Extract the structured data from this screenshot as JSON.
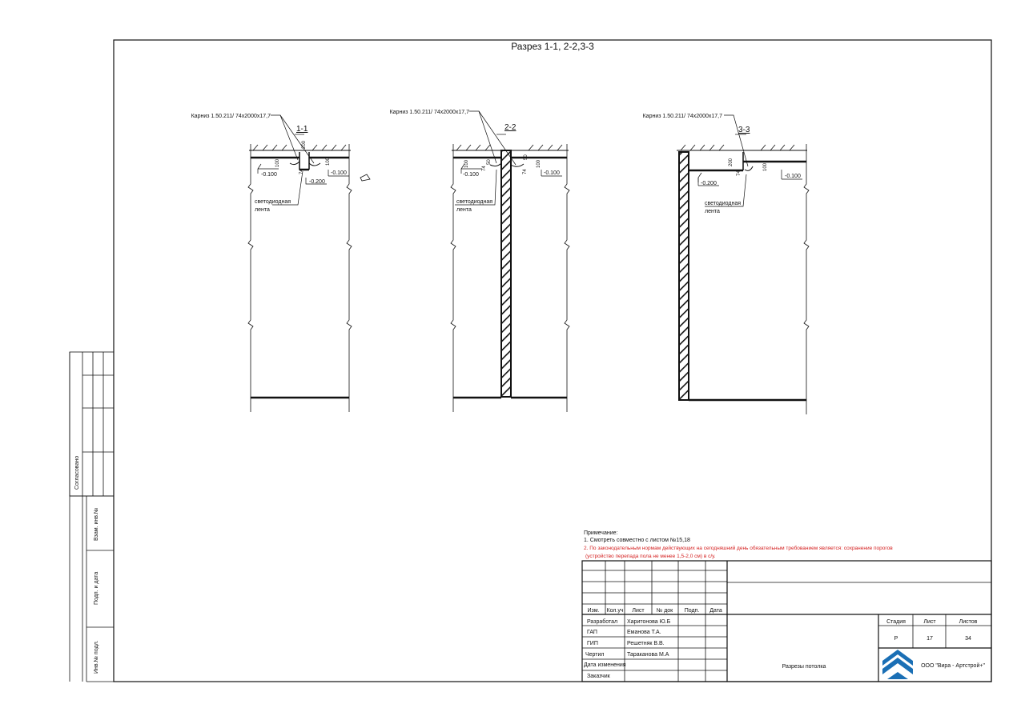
{
  "sheet_title": "Разрез 1-1, 2-2,3-3",
  "sections": [
    {
      "id": "1-1",
      "cornice_label": "Карниз 1.50.211/ 74x2000x17,7",
      "led_label_1": "светодиодная",
      "led_label_2": "лента",
      "levels": [
        "-0.100",
        "-0.200",
        "-0.100"
      ],
      "dims": [
        "100",
        "200",
        "74",
        "100"
      ]
    },
    {
      "id": "2-2",
      "cornice_label": "Карниз 1.50.211/ 74x2000x17,7",
      "led_label_1": "светодиодная",
      "led_label_2": "лента",
      "levels": [
        "-0.100",
        "-0.100"
      ],
      "dims": [
        "100",
        "74",
        "50",
        "74",
        "50",
        "100"
      ]
    },
    {
      "id": "3-3",
      "cornice_label": "Карниз 1.50.211/ 74x2000x17,7",
      "led_label_1": "светодиодная",
      "led_label_2": "лента",
      "levels": [
        "-0.200",
        "-0.100"
      ],
      "dims": [
        "200",
        "74",
        "100"
      ]
    }
  ],
  "notes": {
    "heading": "Примечание:",
    "line1": "1. Смотреть совместно с листом №15,18",
    "line2": "2. По законодательным нормам действующих на сегодняшний день обязательным требованием является: сохранение порогов",
    "line3": "(устройство перепада пола не менее 1,5-2,0 см) в с/у."
  },
  "title_block": {
    "headers": [
      "Изм.",
      "Кол.уч",
      "Лист",
      "№ док",
      "Подп.",
      "Дата"
    ],
    "roles": [
      {
        "role": "Разработал",
        "name": "Харитонова Ю.Б"
      },
      {
        "role": "ГАП",
        "name": "Еманова Т.А."
      },
      {
        "role": "ГИП",
        "name": "Решетняк В.В."
      },
      {
        "role": "Чертил",
        "name": "Тараканова М.А"
      },
      {
        "role": "Дата изменения",
        "name": ""
      },
      {
        "role": "Заказчик",
        "name": ""
      }
    ],
    "stage_label": "Стадия",
    "sheet_label": "Лист",
    "sheets_label": "Листов",
    "stage": "Р",
    "sheet": "17",
    "sheets": "34",
    "drawing_name": "Разрезы потолка",
    "company": "ООО \"Вира - Артстрой+\"",
    "logo_color": "#1a6fb5"
  },
  "side_stamp": {
    "agreed": "Согласовано",
    "vzam": "Взам. инв.№",
    "podp": "Подп. и дата",
    "inv": "Инв.№ подл."
  }
}
